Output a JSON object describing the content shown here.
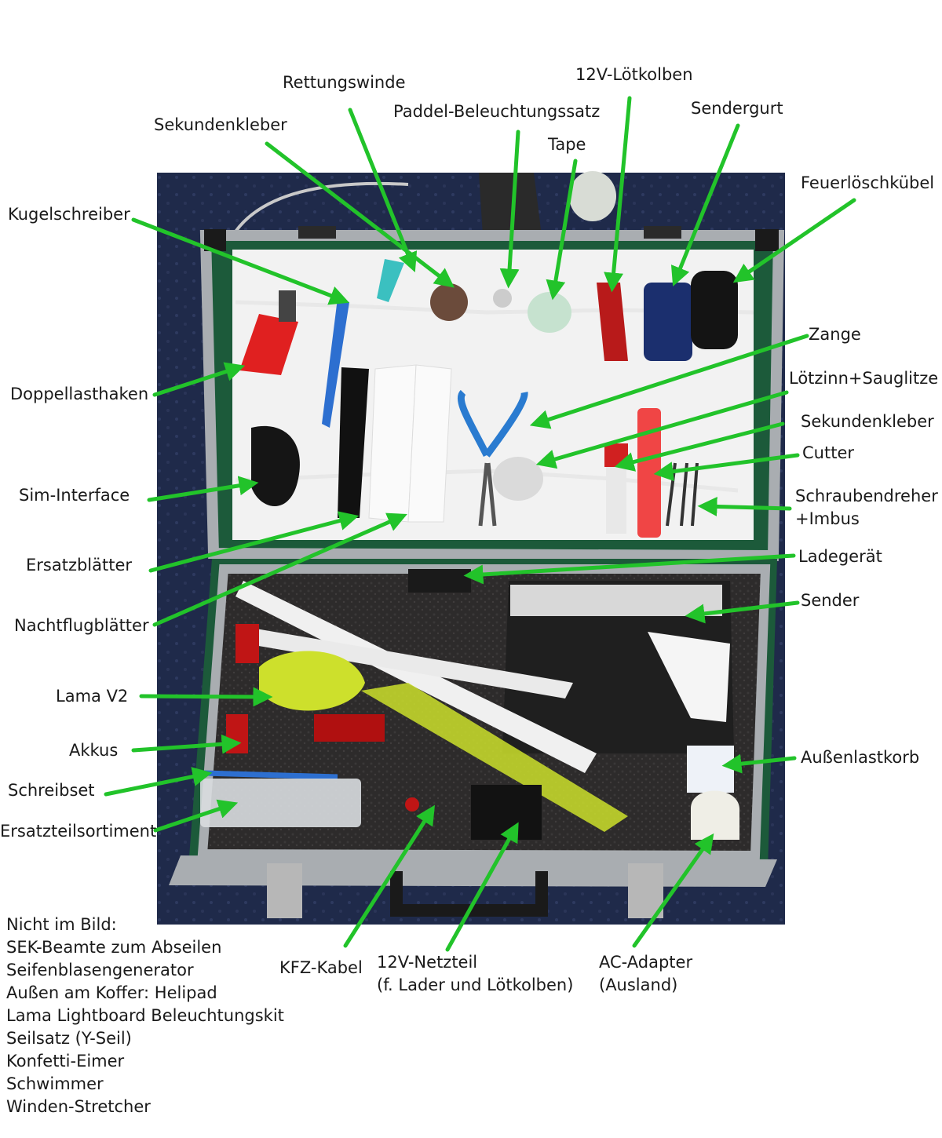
{
  "labels": {
    "rettungswinde": "Rettungswinde",
    "loetkolben": "12V-Lötkolben",
    "sekundenkleber_top": "Sekundenkleber",
    "paddel": "Paddel-Beleuchtungssatz",
    "sendergurt": "Sendergurt",
    "tape": "Tape",
    "feuerloeschkuebel": "Feuerlöschkübel",
    "kugelschreiber": "Kugelschreiber",
    "zange": "Zange",
    "loetzinn": "Lötzinn+Sauglitze",
    "doppellasthaken": "Doppellasthaken",
    "sekundenkleber_right": "Sekundenkleber",
    "cutter": "Cutter",
    "sim_interface": "Sim-Interface",
    "schraubendreher": "Schraubendreher\n+Imbus",
    "ersatzblaetter": "Ersatzblätter",
    "ladegeraet": "Ladegerät",
    "sender": "Sender",
    "nachtflugblaetter": "Nachtflugblätter",
    "lama": "Lama V2",
    "akkus": "Akkus",
    "aussenlastkorb": "Außenlastkorb",
    "schreibset": "Schreibset",
    "ersatzteilsortiment": "Ersatzteilsortiment",
    "kfz_kabel": "KFZ-Kabel",
    "netzteil": "12V-Netzteil\n(f. Lader und Lötkolben)",
    "ac_adapter": "AC-Adapter\n(Ausland)"
  },
  "not_shown": {
    "heading": "Nicht im Bild:",
    "items": [
      "SEK-Beamte zum Abseilen",
      "Seifenblasengenerator",
      "Außen am Koffer: Helipad",
      "Lama Lightboard Beleuchtungskit",
      "Seilsatz (Y-Seil)",
      "Konfetti-Eimer",
      "Schwimmer",
      "Winden-Stretcher"
    ]
  },
  "colors": {
    "arrow": "#22c32a",
    "background_carpet": "#1f2a4a",
    "lid_board": "#f2f2f2",
    "case_frame": "#a9adb1",
    "case_shell": "#1c5a3a",
    "foam": "#2d2b2b",
    "heli_body": "#cde02c"
  }
}
